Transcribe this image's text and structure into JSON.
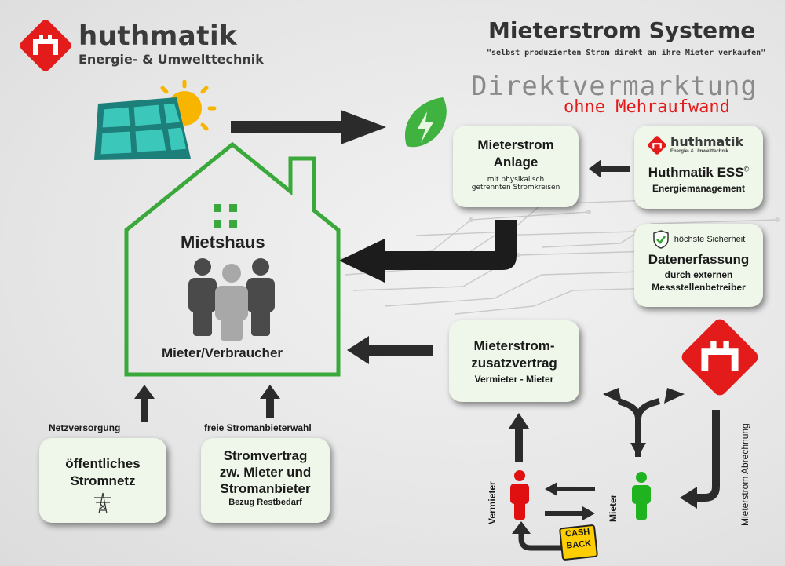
{
  "brand": {
    "name": "huthmatik",
    "tagline": "Energie- & Umwelttechnik"
  },
  "header": {
    "title": "Mieterstrom Systeme",
    "subtitle": "\"selbst produzierten Strom direkt an ihre Mieter verkaufen\"",
    "script_line1": "Direktvermarktung",
    "script_line2": "ohne Mehraufwand"
  },
  "house": {
    "title": "Mietshaus",
    "label": "Mieter/Verbraucher"
  },
  "cards": {
    "anlage": {
      "title_line1": "Mieterstrom",
      "title_line2": "Anlage",
      "sub_line1": "mit physikalisch",
      "sub_line2": "getrennten Stromkreisen"
    },
    "ess": {
      "logo_name": "huthmatik",
      "logo_tagline": "Energie- & Umwelttechnik",
      "title": "Huthmatik ESS",
      "mark": "©",
      "sub": "Energiemanagement"
    },
    "daten": {
      "badge": "höchste Sicherheit",
      "title": "Datenerfassung",
      "sub_line1": "durch externen",
      "sub_line2": "Messstellenbetreiber"
    },
    "vertrag": {
      "title_line1": "Mieterstrom-",
      "title_line2": "zusatzvertrag",
      "sub": "Vermieter - Mieter"
    },
    "netz": {
      "line1": "öffentliches",
      "line2": "Stromnetz"
    },
    "anbieter": {
      "line1": "Stromvertrag",
      "line2": "zw. Mieter und",
      "line3": "Stromanbieter",
      "sub": "Bezug Restbedarf"
    }
  },
  "labels": {
    "netzversorgung": "Netzversorgung",
    "anbieterwahl": "freie Stromanbieterwahl",
    "vermieter": "Vermieter",
    "mieter": "Mieter",
    "abrechnung": "Mieterstrom Abrechnung",
    "cashback_1": "CASH",
    "cashback_2": "BACK"
  },
  "colors": {
    "brand_red": "#e31b1b",
    "house_green": "#3aa83a",
    "card_bg": "#eef7ea",
    "arrow": "#2b2b2b",
    "mieter_green": "#1fb31f",
    "vermieter_red": "#e01010"
  },
  "icons": [
    "huthmatik-logo-icon",
    "solar-panel-icon",
    "sun-icon",
    "leaf-bolt-icon",
    "people-icon",
    "shield-check-icon",
    "power-pylon-icon",
    "cashback-icon"
  ]
}
